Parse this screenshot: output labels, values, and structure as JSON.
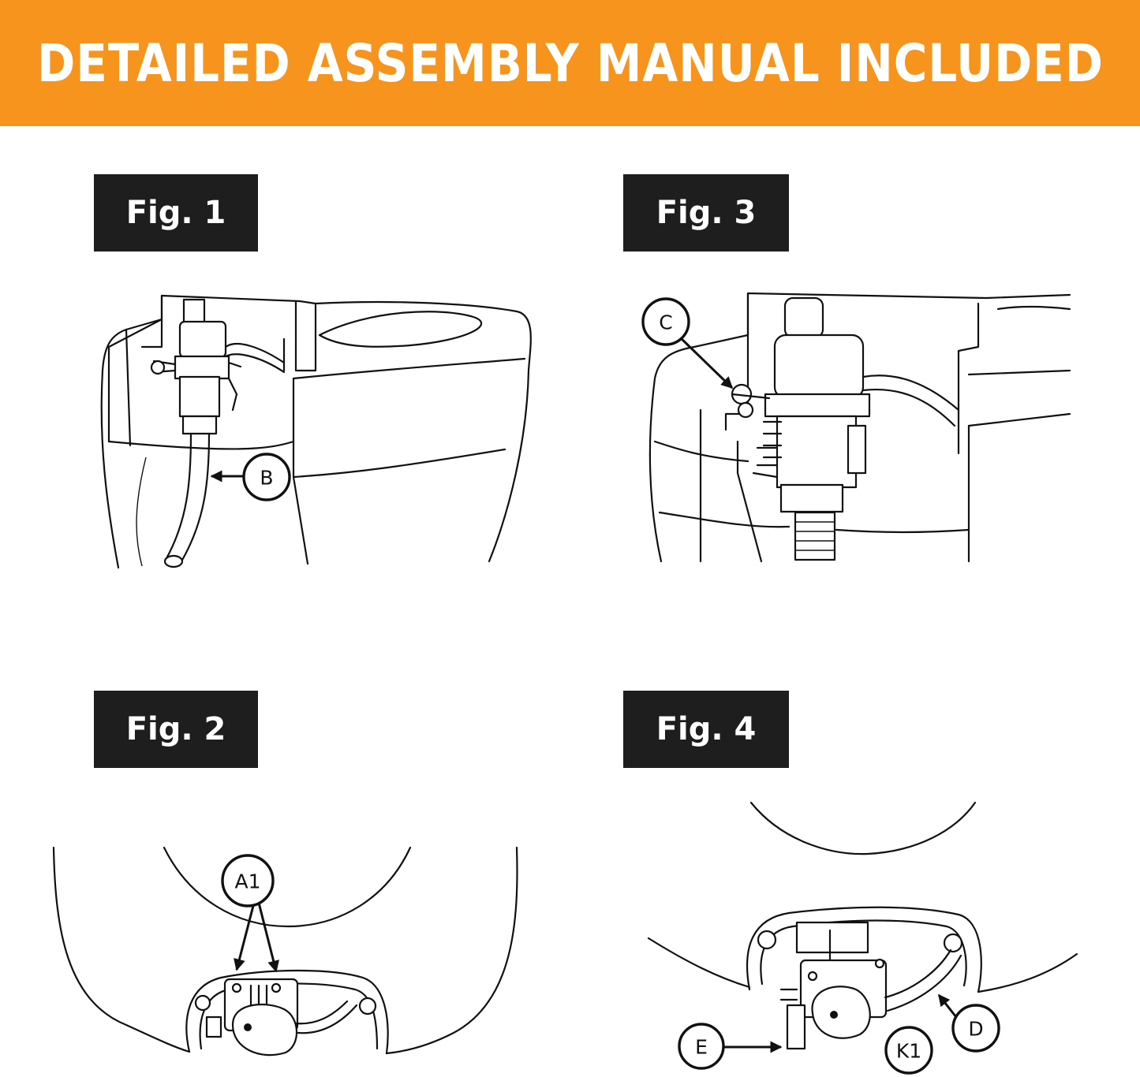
{
  "banner": {
    "title": "DETAILED ASSEMBLY MANUAL INCLUDED",
    "background_color": "#f7941d",
    "text_color": "#ffffff"
  },
  "figures": [
    {
      "label": "Fig. 1",
      "callouts": [
        "B"
      ]
    },
    {
      "label": "Fig. 3",
      "callouts": [
        "C"
      ]
    },
    {
      "label": "Fig. 2",
      "callouts": [
        "A1"
      ]
    },
    {
      "label": "Fig. 4",
      "callouts": [
        "E",
        "K1",
        "D"
      ]
    }
  ]
}
